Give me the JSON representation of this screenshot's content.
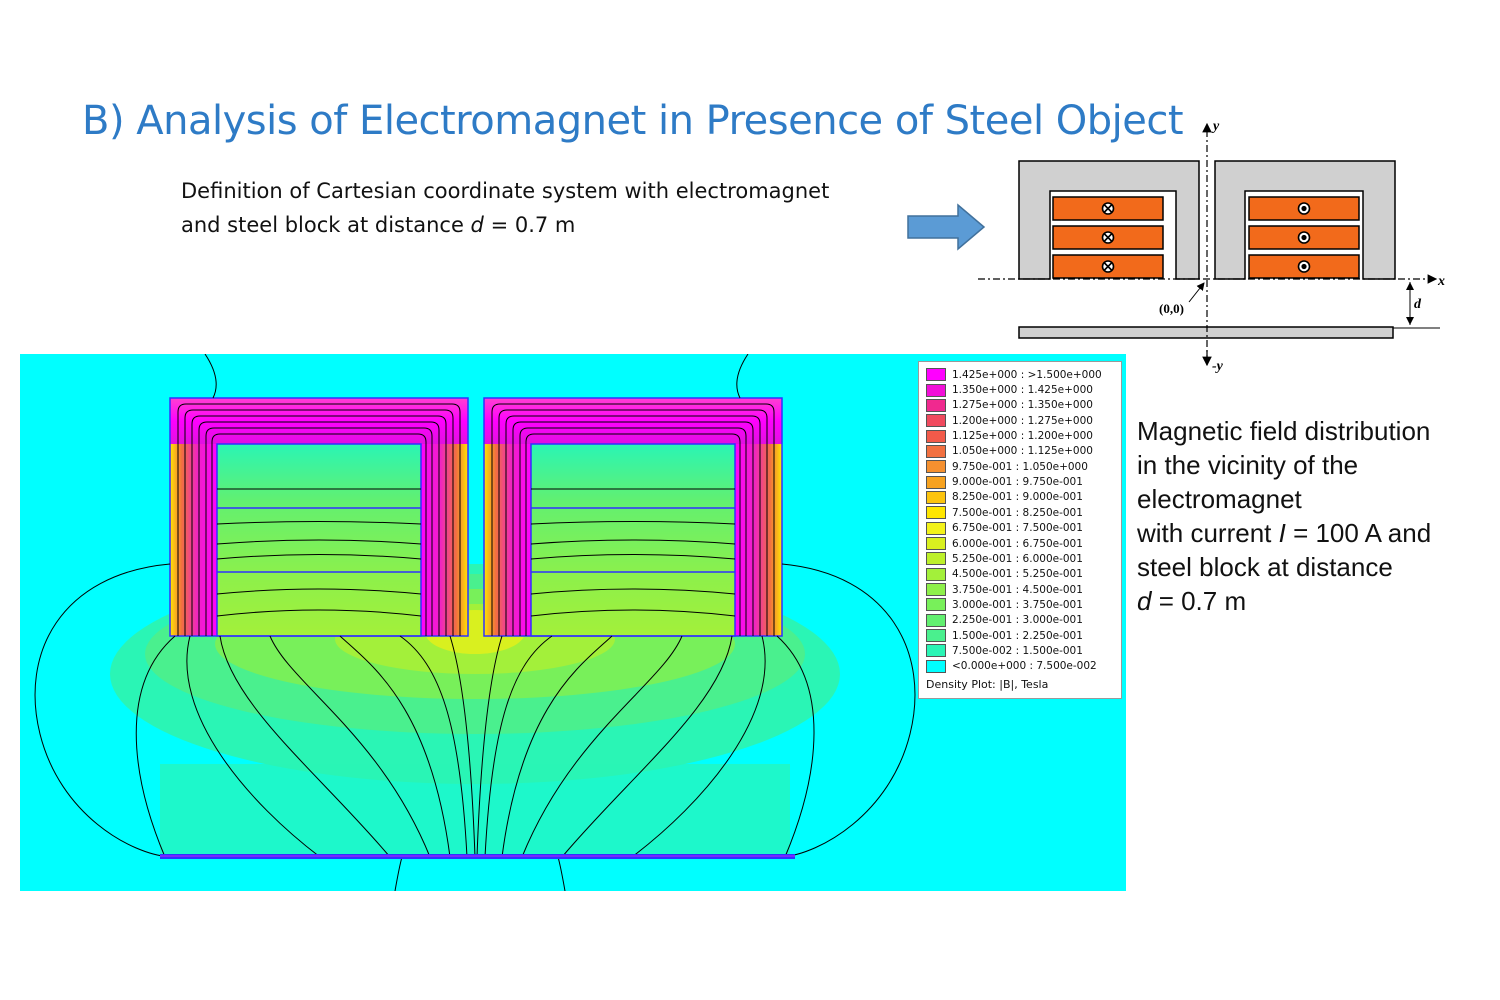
{
  "slide": {
    "title": "B) Analysis of Electromagnet in Presence of Steel Object",
    "description_lines": [
      "Definition of Cartesian coordinate system with electromagnet",
      "and steel block at distance d = 0.7 m"
    ],
    "caption_lines": [
      "Magnetic field distribution",
      "in the vicinity of the",
      "electromagnet",
      "with current I = 100 A and",
      "steel block at distance",
      "d = 0.7 m"
    ]
  },
  "diagram": {
    "axis_y": "y",
    "axis_neg_y": "-y",
    "axis_x": "x",
    "distance_label": "d",
    "origin_label": "(0,0)",
    "colors": {
      "core": "#d0d0d0",
      "coil": "#f26a1b",
      "steel": "#d0d0d0"
    }
  },
  "legend": {
    "footer": "Density Plot: |B|, Tesla",
    "entries": [
      {
        "label": "1.425e+000 : >1.500e+000",
        "color": "#ff00ff"
      },
      {
        "label": "1.350e+000 : 1.425e+000",
        "color": "#f20fd8"
      },
      {
        "label": "1.275e+000 : 1.350e+000",
        "color": "#f0298f"
      },
      {
        "label": "1.200e+000 : 1.275e+000",
        "color": "#f04a5e"
      },
      {
        "label": "1.125e+000 : 1.200e+000",
        "color": "#f25a4a"
      },
      {
        "label": "1.050e+000 : 1.125e+000",
        "color": "#f27040"
      },
      {
        "label": "9.750e-001 : 1.050e+000",
        "color": "#f5902f"
      },
      {
        "label": "9.000e-001 : 9.750e-001",
        "color": "#f7a21f"
      },
      {
        "label": "8.250e-001 : 9.000e-001",
        "color": "#fcc40e"
      },
      {
        "label": "7.500e-001 : 8.250e-001",
        "color": "#ffe600"
      },
      {
        "label": "6.750e-001 : 7.500e-001",
        "color": "#f3f21a"
      },
      {
        "label": "6.000e-001 : 6.750e-001",
        "color": "#d9f01f"
      },
      {
        "label": "5.250e-001 : 6.000e-001",
        "color": "#bdf02a"
      },
      {
        "label": "4.500e-001 : 5.250e-001",
        "color": "#a3f03a"
      },
      {
        "label": "3.750e-001 : 4.500e-001",
        "color": "#8ef04a"
      },
      {
        "label": "3.000e-001 : 3.750e-001",
        "color": "#78f05a"
      },
      {
        "label": "2.250e-001 : 3.000e-001",
        "color": "#62f070"
      },
      {
        "label": "1.500e-001 : 2.250e-001",
        "color": "#4af08e"
      },
      {
        "label": "7.500e-002 : 1.500e-001",
        "color": "#2af5b5"
      },
      {
        "label": "<0.000e+000 : 7.500e-002",
        "color": "#00ffff"
      }
    ]
  }
}
